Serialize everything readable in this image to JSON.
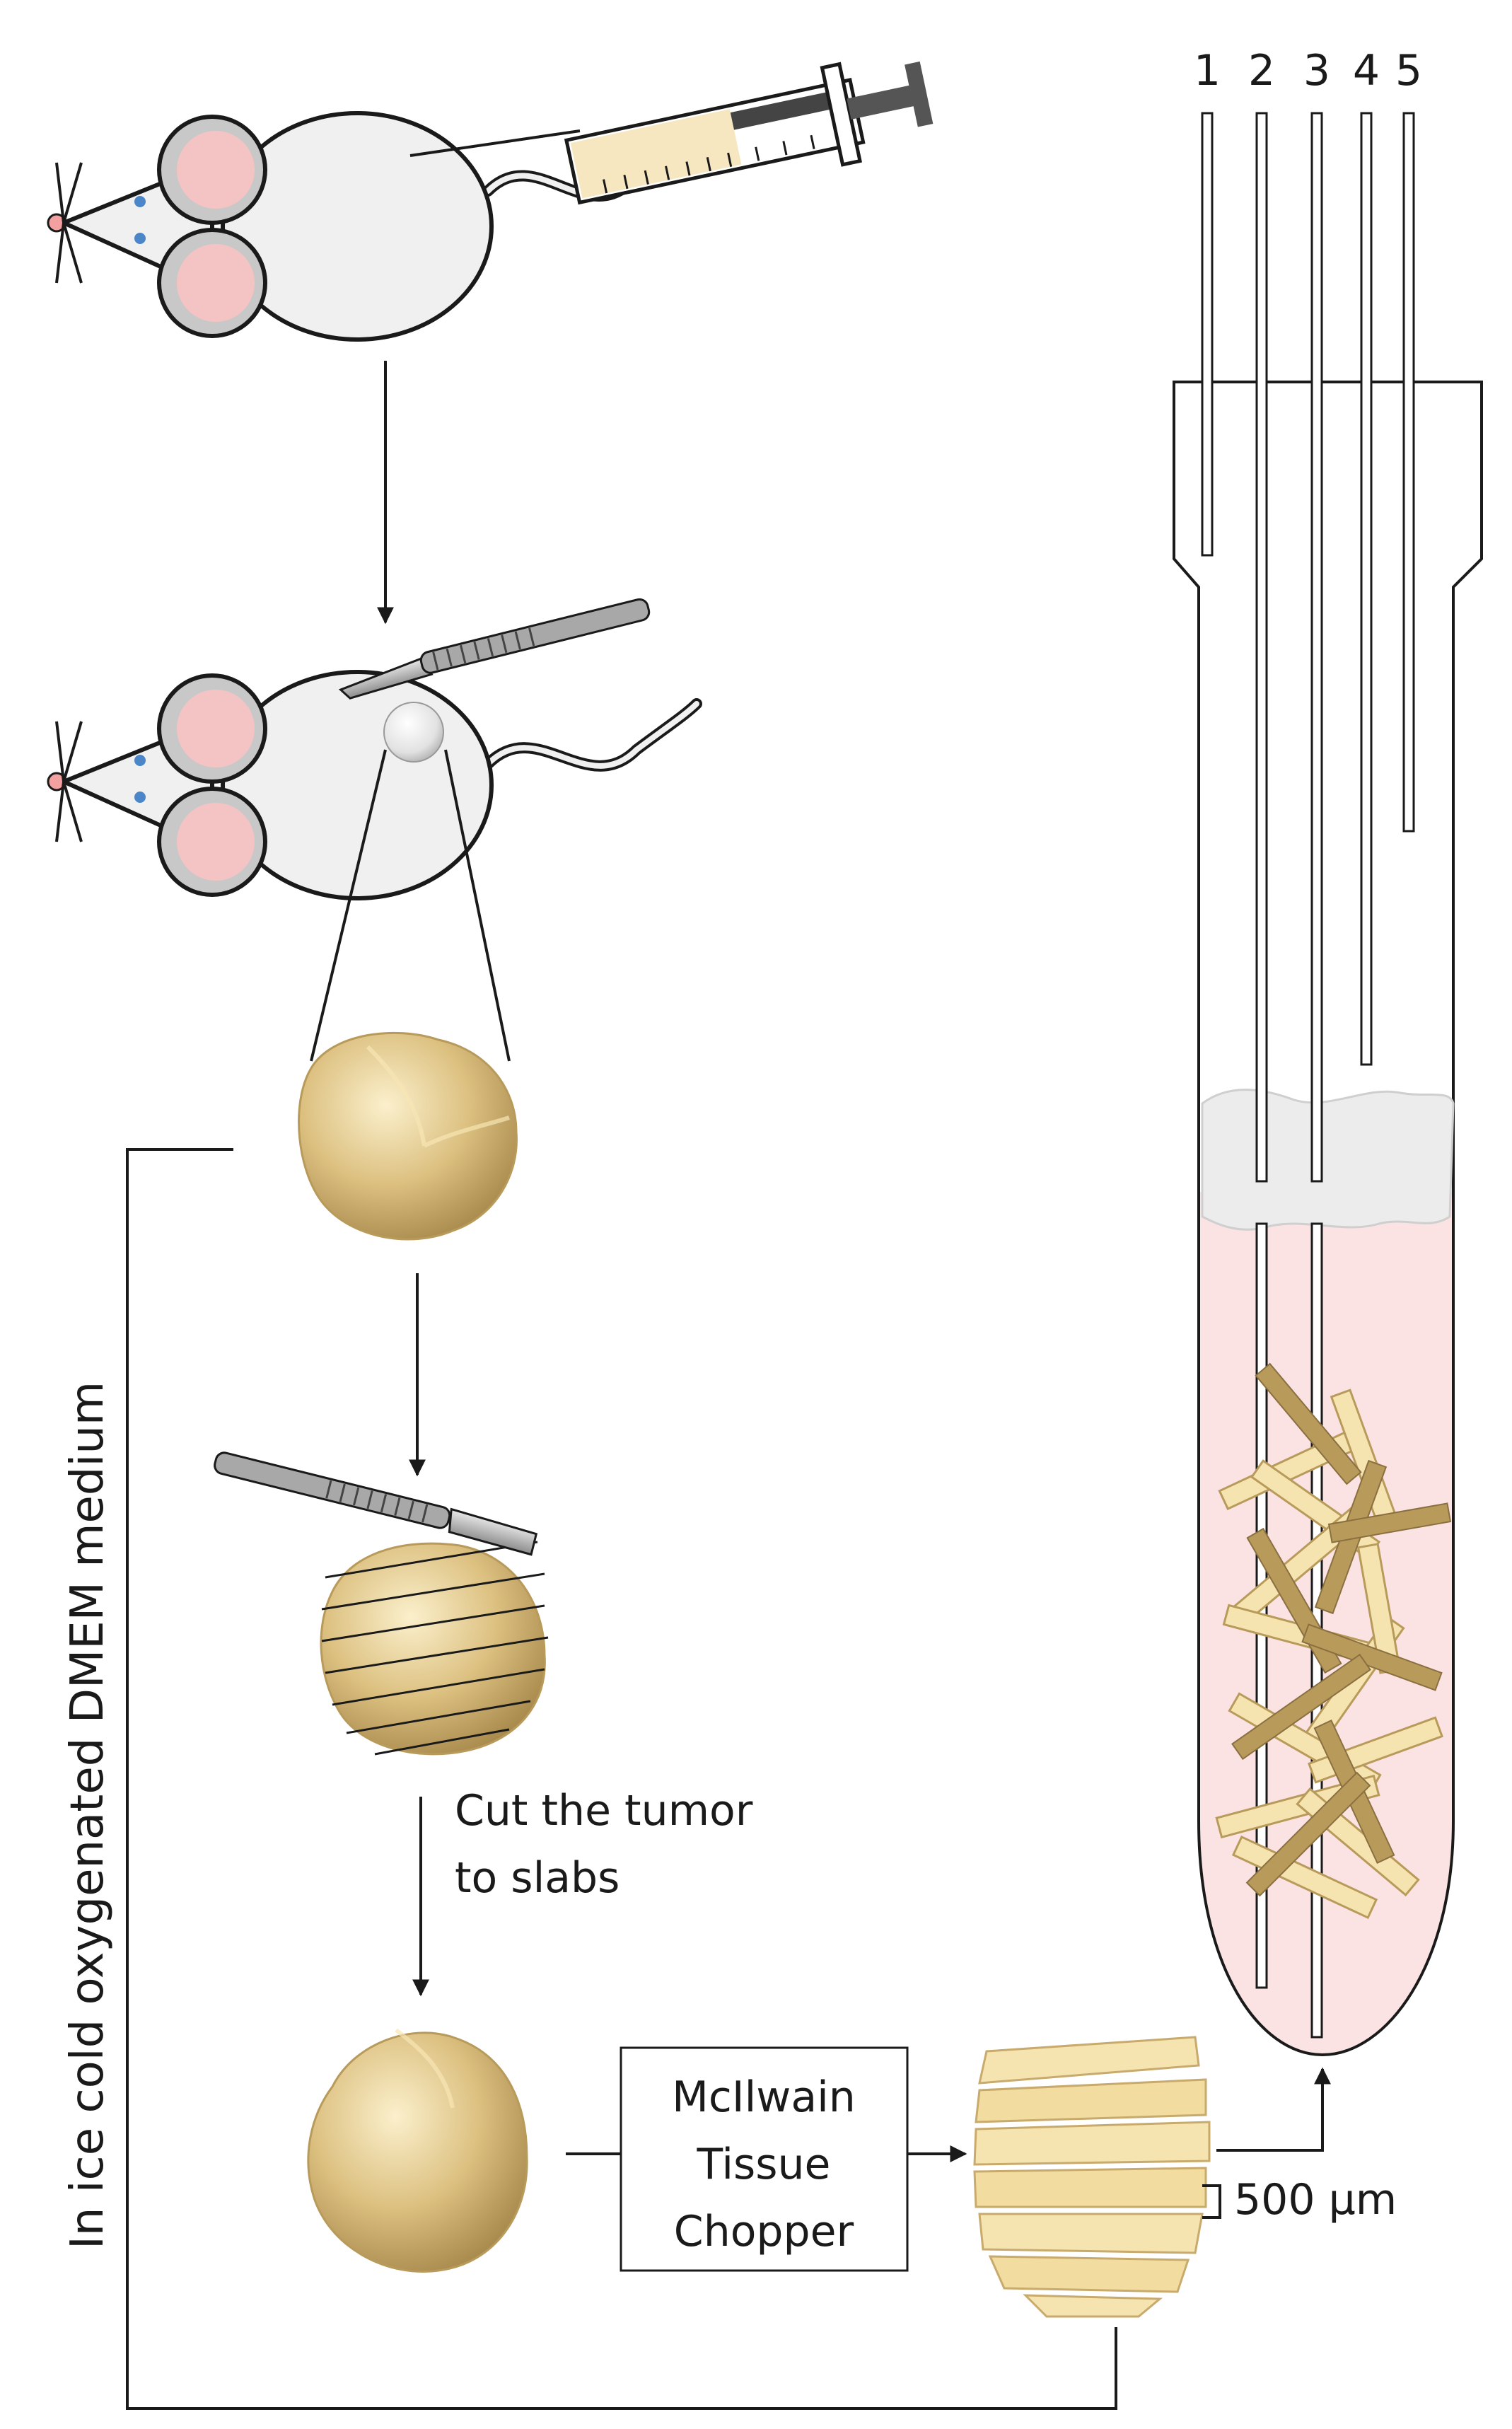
{
  "colors": {
    "stroke": "#1a1a1a",
    "mouse_body": "#f0f0f0",
    "ear_outer": "#c8c8c8",
    "ear_inner": "#f4c4c4",
    "eye": "#4a86c8",
    "nose": "#f2a0a0",
    "tumor_light": "#f7e6b3",
    "tumor_mid": "#dcc080",
    "tumor_dark": "#b89a5a",
    "medium": "#fbe3e3",
    "gauze": "#ececec",
    "syringe_fluid": "#f6e7c0",
    "metal": "#b8b8b8",
    "handle_dark": "#555555"
  },
  "icons": [
    "mouse-icon",
    "syringe-icon",
    "scalpel-icon",
    "tumor-icon",
    "tissue-slab-icon",
    "culture-tube-icon",
    "gauze-plug-icon"
  ],
  "labels": {
    "side_medium": "In ice cold oxygenated DMEM medium",
    "cut_step_line1": "Cut the tumor",
    "cut_step_line2": "to slabs",
    "chopper_line1": "McIlwain",
    "chopper_line2": "Tissue",
    "chopper_line3": "Chopper",
    "slab_thickness": "500 µm"
  },
  "tube_ports": [
    "1",
    "2",
    "3",
    "4",
    "5"
  ]
}
